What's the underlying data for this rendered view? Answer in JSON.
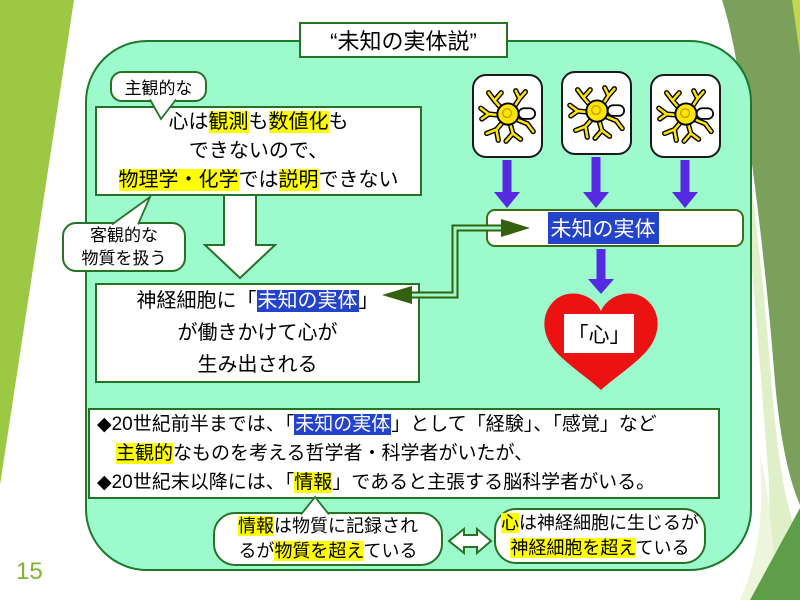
{
  "page_number": "15",
  "title": "“未知の実体説”",
  "colors": {
    "panel_background": "#9dfacc",
    "panel_border": "#1b7a2c",
    "box_border_green": "#267326",
    "highlight_yellow": "#ffff00",
    "highlight_blue": "#2343cb",
    "arrow_purple": "#5629e2",
    "heart_red": "#ec1212",
    "connector_green": "#33610e",
    "decor_left_green": "#9dc844",
    "decor_right_olive": "#7ba05b",
    "page_number_green": "#7fb335"
  },
  "callout_subjective": {
    "label": "主観的な"
  },
  "box_mind": {
    "lines": [
      [
        {
          "t": "心は"
        },
        {
          "t": "観測",
          "h": "y"
        },
        {
          "t": "も"
        },
        {
          "t": "数値化",
          "h": "y"
        },
        {
          "t": "も"
        }
      ],
      [
        {
          "t": "できないので、"
        }
      ],
      [
        {
          "t": "物理学・化学",
          "h": "y"
        },
        {
          "t": "では"
        },
        {
          "t": "説明",
          "h": "y"
        },
        {
          "t": "できない"
        }
      ]
    ]
  },
  "callout_objective": {
    "lines": [
      [
        {
          "t": "客観的な"
        }
      ],
      [
        {
          "t": "物質を扱う"
        }
      ]
    ]
  },
  "box_claim": {
    "lines": [
      [
        {
          "t": "神経細胞に「"
        },
        {
          "t": "未知の実体",
          "h": "b"
        },
        {
          "t": "」"
        }
      ],
      [
        {
          "t": "が働きかけて心が"
        }
      ],
      [
        {
          "t": "生み出される"
        }
      ]
    ]
  },
  "entity_box": {
    "label": "未知の実体"
  },
  "heart": {
    "label": "「心」"
  },
  "neuron_panel": {
    "icon": "neuron-icon",
    "count": 3
  },
  "box_history": {
    "lines": [
      [
        {
          "t": "◆20世紀前半までは、「"
        },
        {
          "t": "未知の実体",
          "h": "b"
        },
        {
          "t": "」として「経験」、「感覚」など"
        }
      ],
      [
        {
          "t": "　"
        },
        {
          "t": "主観的",
          "h": "y"
        },
        {
          "t": "なものを考える哲学者・科学者がいたが、"
        }
      ],
      [
        {
          "t": "◆20世紀末以降には、「"
        },
        {
          "t": "情報",
          "h": "y"
        },
        {
          "t": "」であると主張する脳科学者がいる。"
        }
      ]
    ]
  },
  "callout_information": {
    "lines": [
      [
        {
          "t": "情報",
          "h": "y"
        },
        {
          "t": "は物質に記録され"
        }
      ],
      [
        {
          "t": "るが"
        },
        {
          "t": "物質を超え",
          "h": "y"
        },
        {
          "t": "ている"
        }
      ]
    ]
  },
  "callout_mind_beyond": {
    "lines": [
      [
        {
          "t": "心",
          "h": "y"
        },
        {
          "t": "は神経細胞に生じるが"
        }
      ],
      [
        {
          "t": "神経細胞を超え",
          "h": "y"
        },
        {
          "t": "ている"
        }
      ]
    ]
  }
}
